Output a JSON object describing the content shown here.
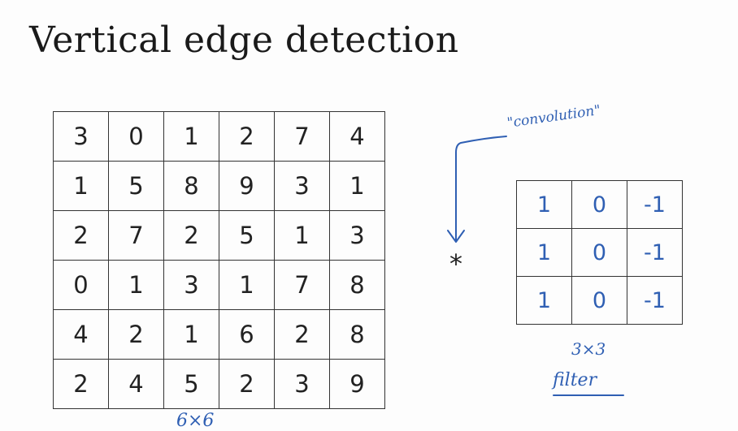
{
  "title": "Vertical edge detection",
  "input_matrix": {
    "rows": [
      [
        "3",
        "0",
        "1",
        "2",
        "7",
        "4"
      ],
      [
        "1",
        "5",
        "8",
        "9",
        "3",
        "1"
      ],
      [
        "2",
        "7",
        "2",
        "5",
        "1",
        "3"
      ],
      [
        "0",
        "1",
        "3",
        "1",
        "7",
        "8"
      ],
      [
        "4",
        "2",
        "1",
        "6",
        "2",
        "8"
      ],
      [
        "2",
        "4",
        "5",
        "2",
        "3",
        "9"
      ]
    ],
    "size_label": "6×6"
  },
  "operator": "*",
  "operator_annotation": "\"convolution\"",
  "filter_matrix": {
    "rows": [
      [
        "1",
        "0",
        "-1"
      ],
      [
        "1",
        "0",
        "-1"
      ],
      [
        "1",
        "0",
        "-1"
      ]
    ],
    "size_label": "3×3",
    "label": "filter"
  },
  "colors": {
    "ink": "#222222",
    "handwriting": "#2f5fb3"
  }
}
